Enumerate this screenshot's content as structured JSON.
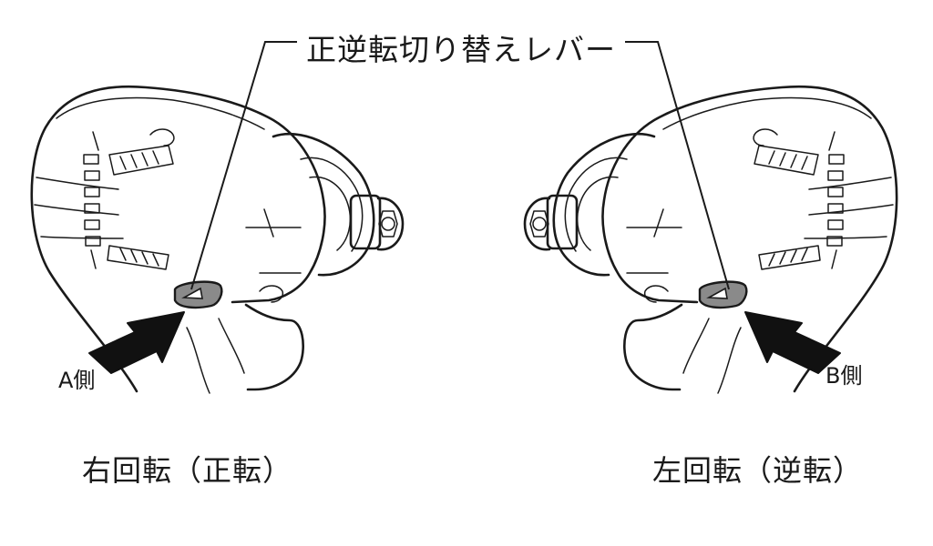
{
  "labels": {
    "lever": "正逆転切り替えレバー",
    "side_a": "A側",
    "side_b": "B側",
    "rotation_right": "右回転（正転）",
    "rotation_left": "左回転（逆転）"
  },
  "colors": {
    "line": "#1a1a1a",
    "lever_fill": "#8a8a8a",
    "arrow_fill": "#111111",
    "background": "#ffffff"
  },
  "icons": {
    "left_tool": "impact-driver-drawing",
    "right_tool": "impact-driver-drawing",
    "left_arrow": "push-arrow-right",
    "right_arrow": "push-arrow-left"
  }
}
